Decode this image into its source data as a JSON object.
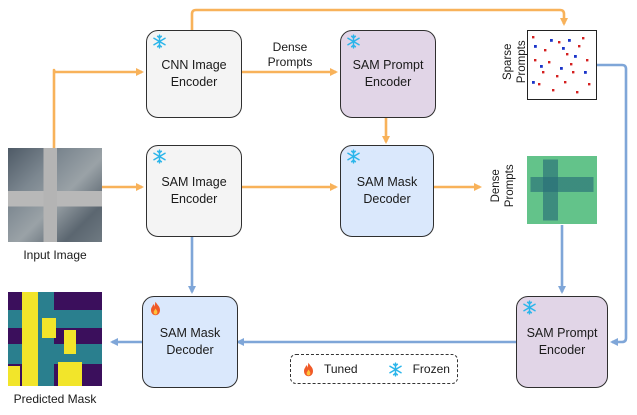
{
  "input": {
    "caption": "Input Image"
  },
  "output": {
    "caption": "Predicted Mask"
  },
  "blocks": {
    "cnn_encoder": {
      "label": "CNN Image\nEncoder",
      "state": "frozen"
    },
    "sam_prompt_encoder_top": {
      "label": "SAM Prompt\nEncoder",
      "state": "frozen"
    },
    "sam_image_encoder": {
      "label": "SAM Image\nEncoder",
      "state": "frozen"
    },
    "sam_mask_decoder_mid": {
      "label": "SAM Mask\nDecoder",
      "state": "frozen"
    },
    "sam_prompt_encoder_bottom": {
      "label": "SAM Prompt\nEncoder",
      "state": "frozen"
    },
    "sam_mask_decoder_bottom": {
      "label": "SAM Mask\nDecoder",
      "state": "tuned"
    }
  },
  "labels": {
    "dense_prompts_top": "Dense\nPrompts",
    "sparse_prompts": "Sparse\nPrompts",
    "dense_prompts_right": "Dense\nPrompts"
  },
  "legend": {
    "tuned": "Tuned",
    "frozen": "Frozen"
  },
  "colors": {
    "orange_arrow": "#f8b25a",
    "blue_arrow": "#7fa6d8",
    "gray_fill": "#f4f4f4",
    "purple_fill": "#e1d5e7",
    "blue_fill": "#dae8fc",
    "frozen_icon": "#2bb5ea",
    "tuned_icon": "#f05a28"
  }
}
